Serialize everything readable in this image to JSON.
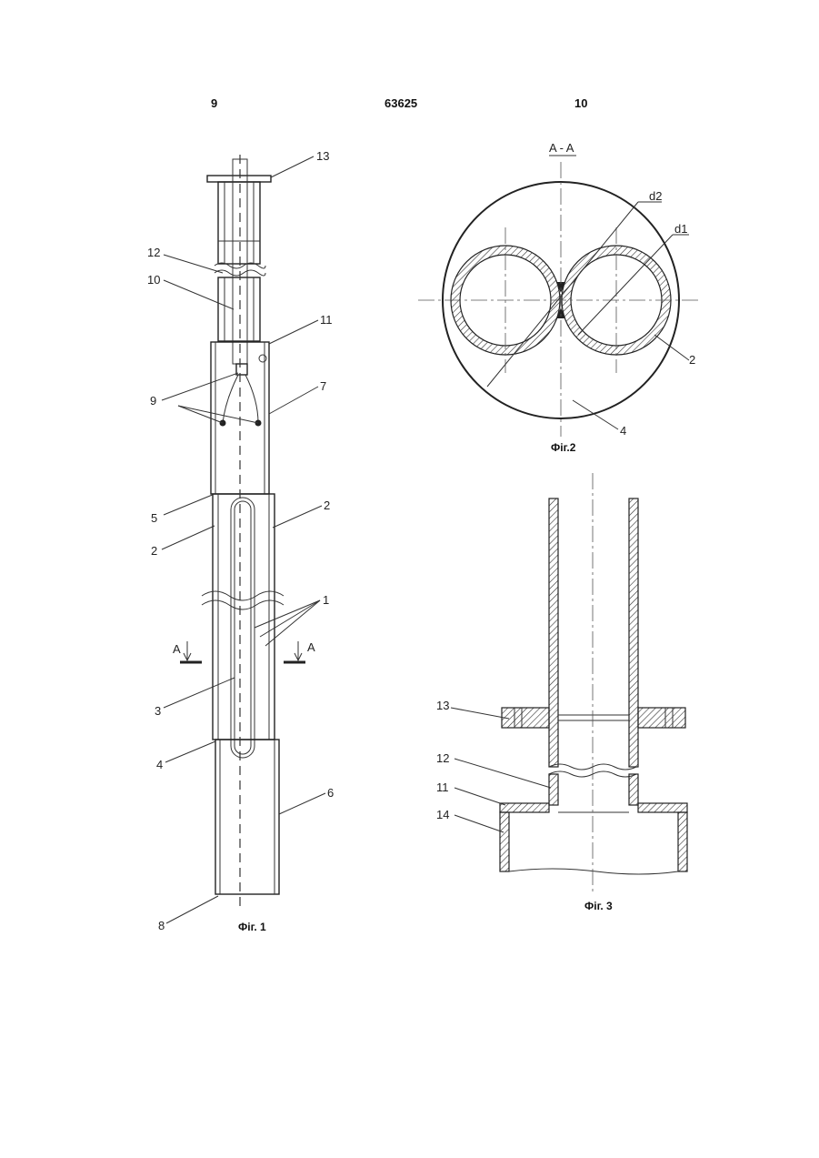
{
  "header": {
    "page_left": "9",
    "patent_number": "63625",
    "page_right": "10"
  },
  "figures": {
    "fig1": {
      "caption": "Фіг. 1",
      "labels": {
        "l13": "13",
        "l12": "12",
        "l10": "10",
        "l11": "11",
        "l9": "9",
        "l7": "7",
        "l5": "5",
        "l2a": "2",
        "l2b": "2",
        "l1": "1",
        "lA1": "A",
        "lA2": "A",
        "l3": "3",
        "l4": "4",
        "l6": "6",
        "l8": "8"
      }
    },
    "fig2": {
      "caption": "Фіг.2",
      "section_title": "A - A",
      "labels": {
        "d2": "d2",
        "d1": "d1",
        "l2": "2",
        "l4": "4"
      }
    },
    "fig3": {
      "caption": "Фіг. 3",
      "labels": {
        "l13": "13",
        "l12": "12",
        "l11": "11",
        "l14": "14"
      }
    }
  }
}
